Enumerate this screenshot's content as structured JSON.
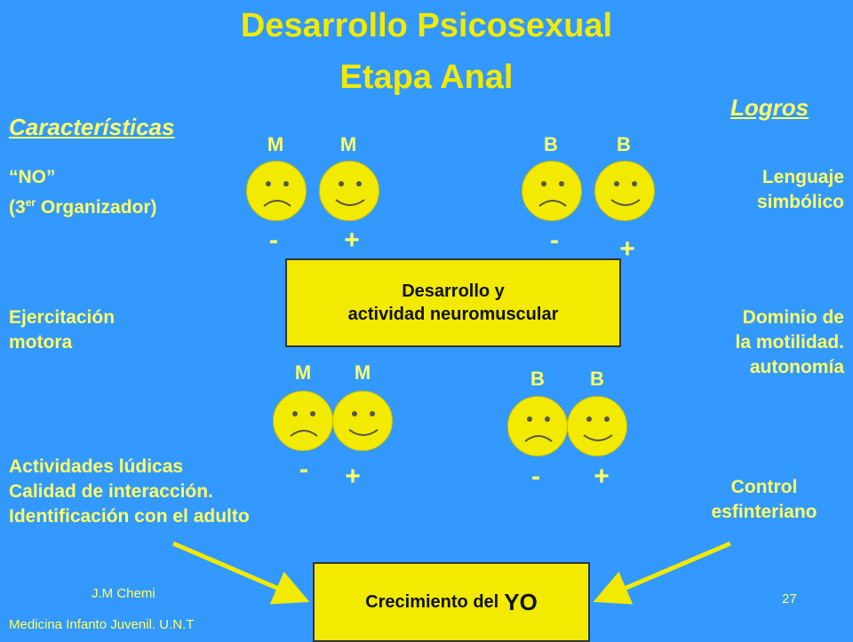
{
  "title": "Desarrollo Psicosexual",
  "subtitle": "Etapa Anal",
  "left_heading": "Características",
  "right_heading": "Logros",
  "characteristics": {
    "no_line": "“NO”",
    "organizer_prefix": "(3",
    "organizer_sup": "er",
    "organizer_suffix": " Organizador)",
    "motor_line1": "Ejercitación",
    "motor_line2": "motora",
    "play_line1": "Actividades lúdicas",
    "play_line2": "Calidad de interacción.",
    "play_line3": "Identificación con el adulto"
  },
  "achievements": {
    "lang_line1": "Lenguaje",
    "lang_line2": "simbólico",
    "motility_line1": "Dominio de",
    "motility_line2": "la motilidad.",
    "motility_line3": "autonomía",
    "sphincter_line1": "Control",
    "sphincter_line2": "esfinteriano"
  },
  "face_groups": [
    {
      "letters": [
        "M",
        "M"
      ],
      "signs": [
        "-",
        "+"
      ],
      "faces": [
        "sad",
        "happy"
      ]
    },
    {
      "letters": [
        "B",
        "B"
      ],
      "signs": [
        "-",
        "+"
      ],
      "faces": [
        "sad",
        "happy"
      ]
    },
    {
      "letters": [
        "M",
        "M"
      ],
      "signs": [
        "-",
        "+"
      ],
      "faces": [
        "sad",
        "happy"
      ]
    },
    {
      "letters": [
        "B",
        "B"
      ],
      "signs": [
        "-",
        "+"
      ],
      "faces": [
        "sad",
        "happy"
      ]
    }
  ],
  "center_box": {
    "line1": "Desarrollo y",
    "line2": "actividad neuromuscular"
  },
  "bottom_box": {
    "prefix": "Crecimiento del",
    "emphasis": "YO"
  },
  "footer": {
    "author": "J.M Chemi",
    "institution": "Medicina Infanto Juvenil. U.N.T",
    "page_number": "27"
  },
  "colors": {
    "background": "#3399ff",
    "text_yellow": "#ffff66",
    "face_yellow": "#f2ea00"
  }
}
